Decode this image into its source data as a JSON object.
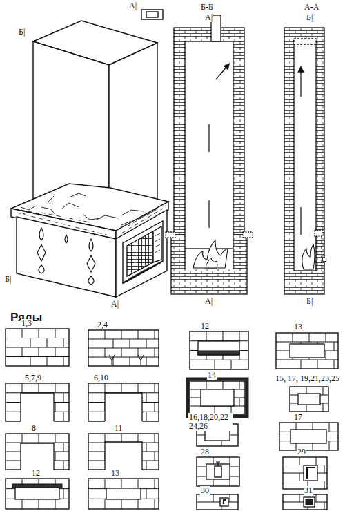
{
  "diagram": {
    "labels": [
      "Б|",
      "А|",
      "Б|",
      "А|",
      "Б-Б",
      "А|",
      "А|",
      "А-А",
      "Б|",
      "Б|",
      "Ряды",
      "1,3",
      "2,4",
      "12",
      "13",
      "5,7,9",
      "6,10",
      "14",
      "15, 17, 19,21,23,25",
      "16,18,20,22 24,26",
      "8",
      "11",
      "17",
      "28",
      "29",
      "12",
      "13",
      "30",
      "31"
    ]
  }
}
